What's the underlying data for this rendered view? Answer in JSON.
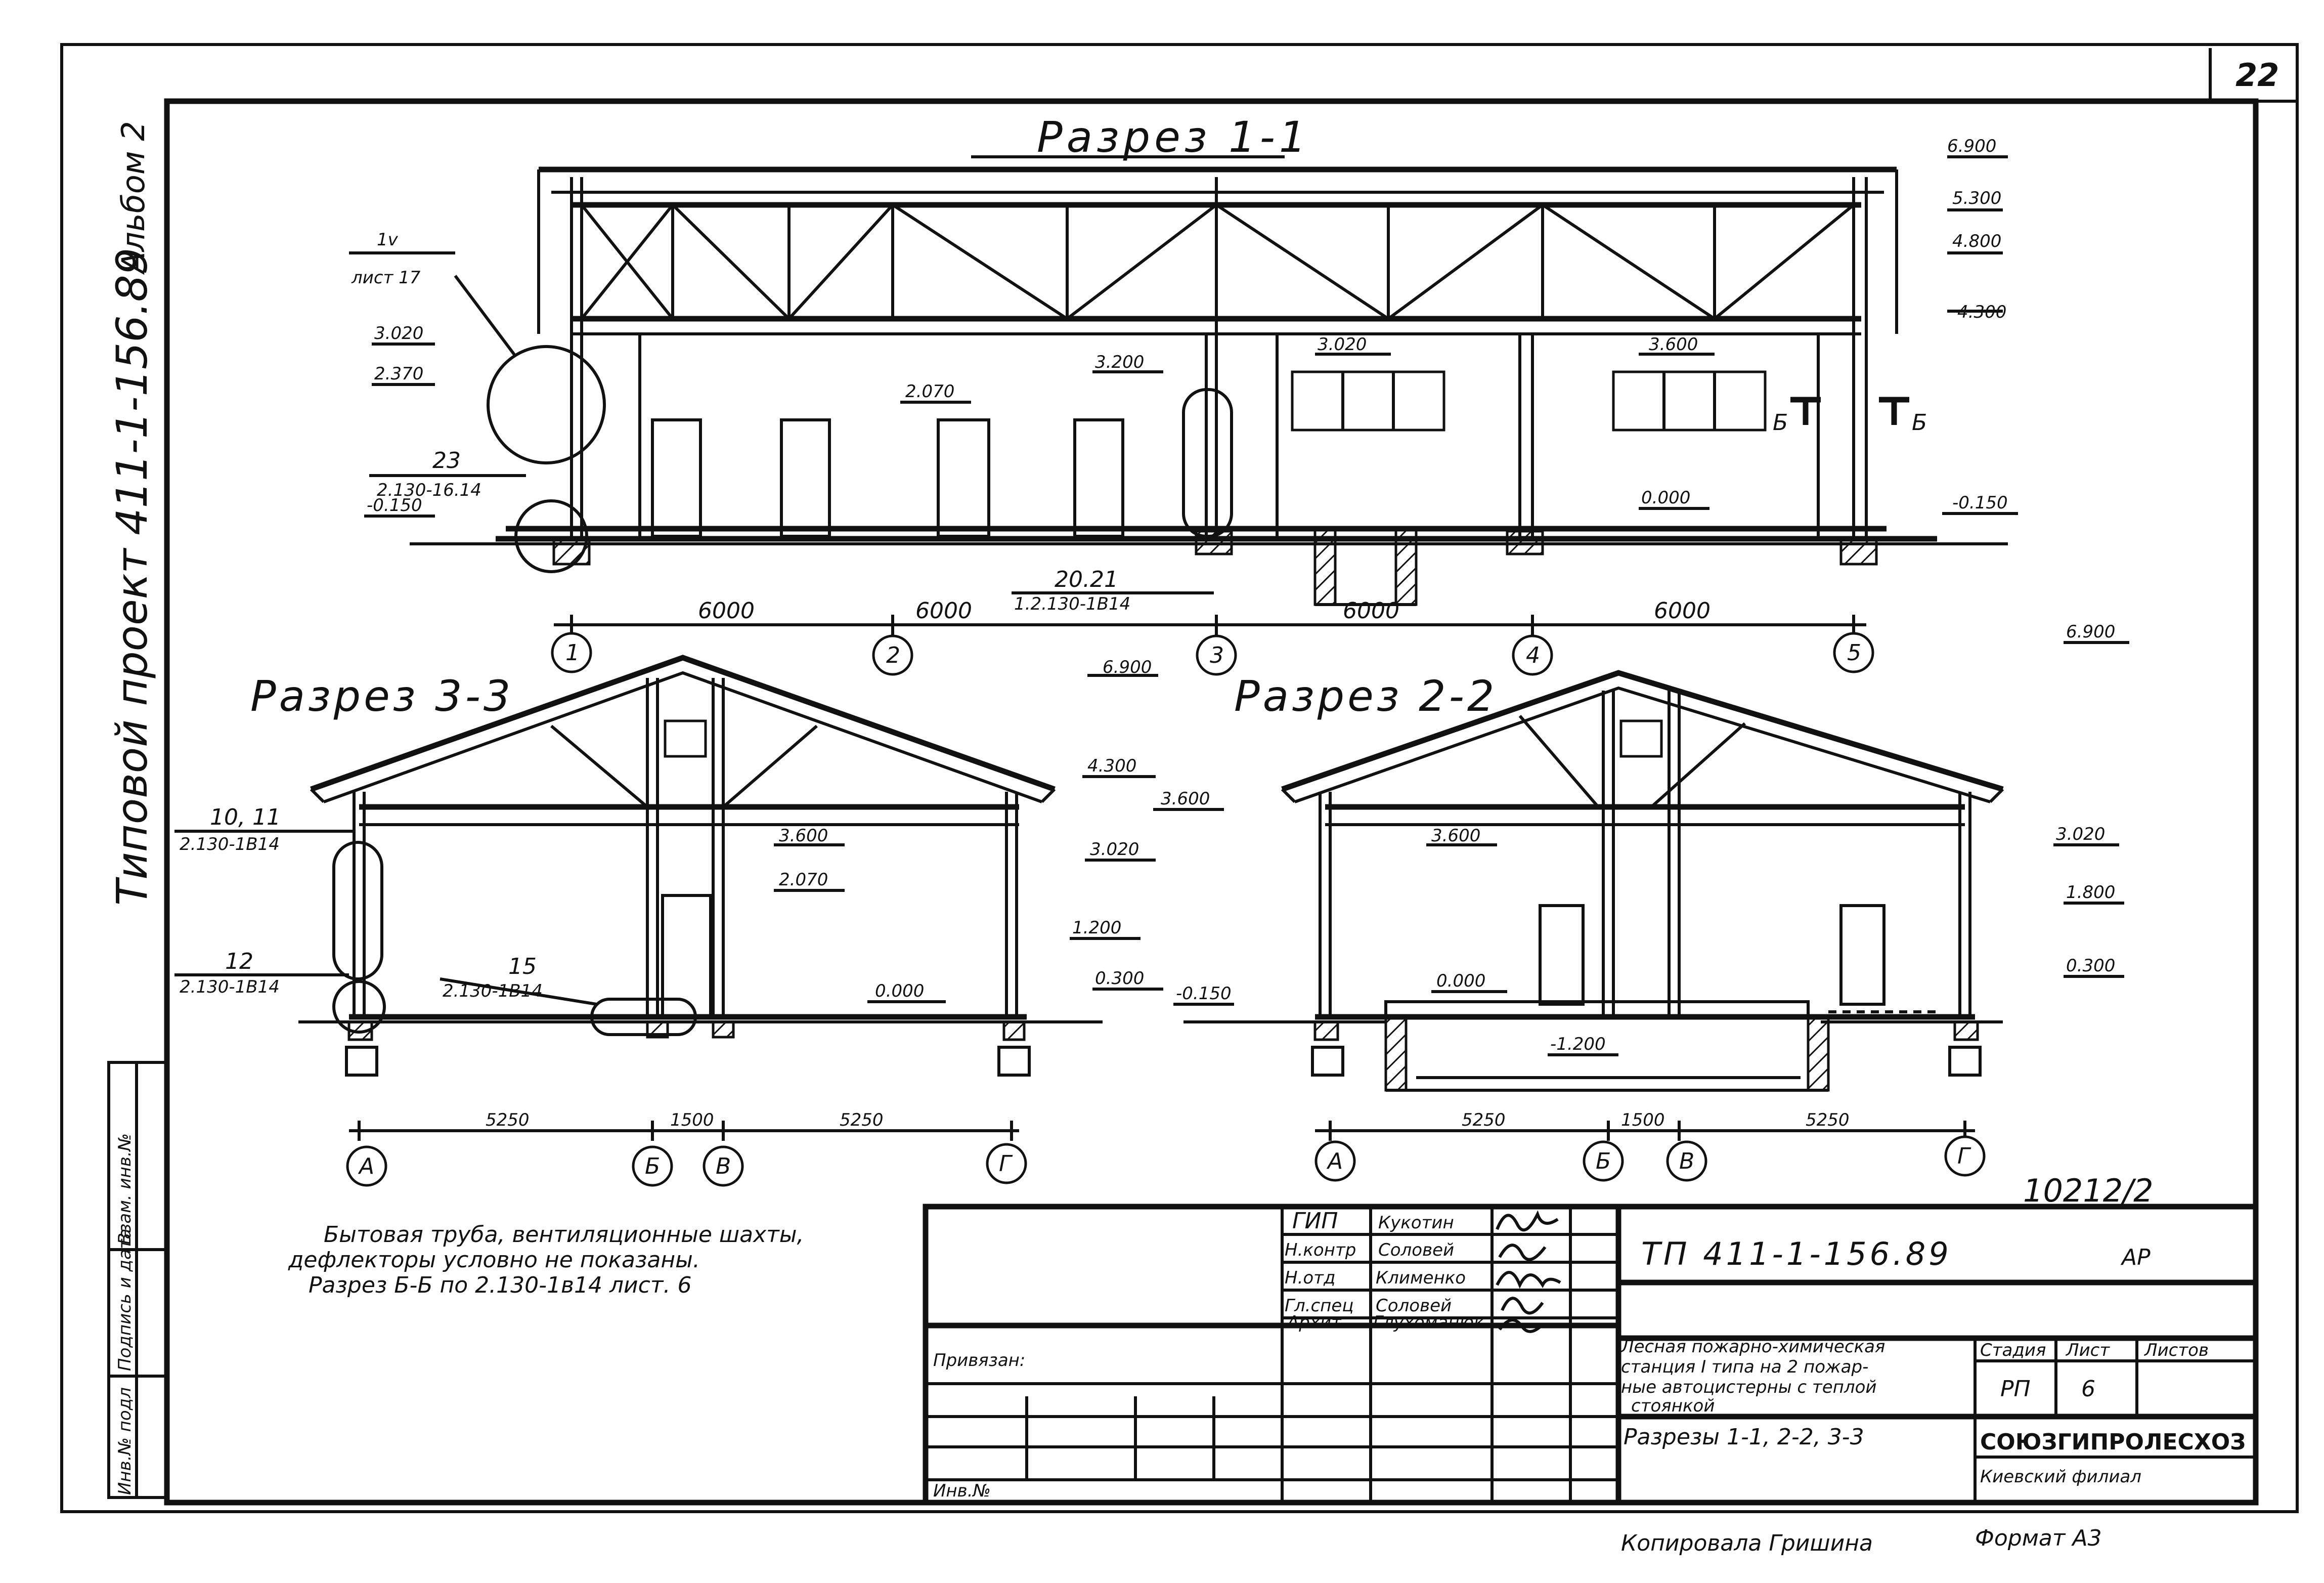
{
  "page_number": "22",
  "sheet_side": {
    "album": "Альбом 2",
    "project": "Типовой проект 411-1-156.89"
  },
  "stamp_side": {
    "inv_no": "Инв.№ подл",
    "sign_date": "Подпись и дата",
    "replace": "Взам. инв.№"
  },
  "section_1_1": {
    "title": "Разрез 1-1",
    "axes": [
      "1",
      "2",
      "3",
      "4",
      "5"
    ],
    "spans": [
      "6000",
      "6000",
      "6000",
      "6000"
    ],
    "levels": {
      "l6900": "6.900",
      "l5300": "5.300",
      "l4800": "4.800",
      "l4300": "4.300",
      "l3600": "3.600",
      "l3200": "3.200",
      "l3020": "3.020",
      "l3020b": "3.020",
      "l2370": "2.370",
      "l2070": "2.070",
      "l0000": "0.000",
      "lm0150a": "-0.150",
      "lm0150b": "-0.150"
    },
    "callouts": {
      "c1v": "1v",
      "c1v_sheet": "лист 17",
      "c23": "23",
      "c23_ref": "2.130-16.14",
      "c2021": "20.21",
      "c2021_ref": "1.2.130-1В14"
    },
    "cut_marks": [
      "Б",
      "Б"
    ]
  },
  "section_3_3": {
    "title": "Разрез 3-3",
    "axes": [
      "А",
      "Б",
      "В",
      "Г"
    ],
    "spans": [
      "5250",
      "1500",
      "5250"
    ],
    "levels": {
      "l6900": "6.900",
      "l4300": "4.300",
      "l3600a": "3.600",
      "l3600b": "3.600",
      "l3020": "3.020",
      "l2070": "2.070",
      "l1200": "1.200",
      "l0300": "0.300",
      "l0000": "0.000",
      "lm0150": "-0.150"
    },
    "callouts": {
      "c1011": "10, 11",
      "c1011_ref": "2.130-1В14",
      "c12": "12",
      "c12_ref": "2.130-1В14",
      "c15": "15",
      "c15_ref": "2.130-1В14"
    }
  },
  "section_2_2": {
    "title": "Разрез 2-2",
    "axes": [
      "А",
      "Б",
      "В",
      "Г"
    ],
    "spans": [
      "5250",
      "1500",
      "5250"
    ],
    "levels": {
      "l6900": "6.900",
      "l3600": "3.600",
      "l3020": "3.020",
      "l1800": "1.800",
      "l0300": "0.300",
      "l0000": "0.000",
      "lm1200": "-1.200"
    }
  },
  "note": {
    "line1": "Бытовая труба, вентиляционные шахты,",
    "line2": "дефлекторы условно не показаны.",
    "line3": "Разрез Б-Б по 2.130-1в14 лист. 6"
  },
  "drawing_no": "10212/2",
  "title_block": {
    "signers": [
      {
        "role": "ГИП",
        "name": "Кукотин"
      },
      {
        "role": "Н.контр",
        "name": "Соловей"
      },
      {
        "role": "Н.отд",
        "name": "Клименко"
      },
      {
        "role": "Гл.спец",
        "name": "Соловей"
      },
      {
        "role": "Архит",
        "name": "Глухоманюк"
      }
    ],
    "tp_code": "ТП 411-1-156.89",
    "mark": "АР",
    "object_line1": "Лесная пожарно-химическая",
    "object_line2": "станция I типа на 2 пожар-",
    "object_line3": "ные автоцистерны с теплой",
    "object_line4": "стоянкой",
    "stage_label": "Стадия",
    "sheet_label": "Лист",
    "sheets_label": "Листов",
    "stage": "РП",
    "sheet": "6",
    "sheet_title": "Разрезы 1-1, 2-2, 3-3",
    "org": "СОЮЗГИПРОЛЕСХОЗ",
    "branch": "Киевский филиал",
    "bound": "Привязан:",
    "inv": "Инв.№"
  },
  "footer": {
    "copied": "Копировала Гришина",
    "format": "Формат А3"
  }
}
